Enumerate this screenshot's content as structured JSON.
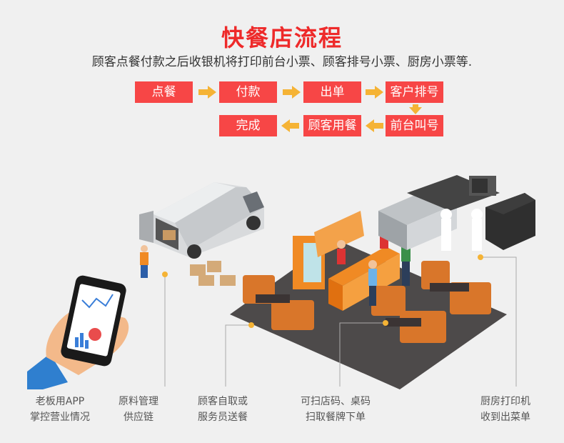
{
  "header": {
    "title": "快餐店流程",
    "subtitle": "顾客点餐付款之后收银机将打印前台小票、顾客排号小票、厨房小票等."
  },
  "flow": {
    "steps": [
      "点餐",
      "付款",
      "出单",
      "客户排号",
      "前台叫号",
      "顾客用餐",
      "完成"
    ]
  },
  "callouts": [
    {
      "line1": "老板用APP",
      "line2": "掌控营业情况"
    },
    {
      "line1": "原料管理",
      "line2": "供应链"
    },
    {
      "line1": "顾客自取或",
      "line2": "服务员送餐"
    },
    {
      "line1": "可扫店码、桌码",
      "line2": "扫取餐牌下单"
    },
    {
      "line1": "厨房打印机",
      "line2": "收到出菜单"
    }
  ],
  "colors": {
    "accent": "#ee2a2a",
    "step": "#f74646",
    "arrow": "#f5b335",
    "line": "#aaaaaa"
  }
}
